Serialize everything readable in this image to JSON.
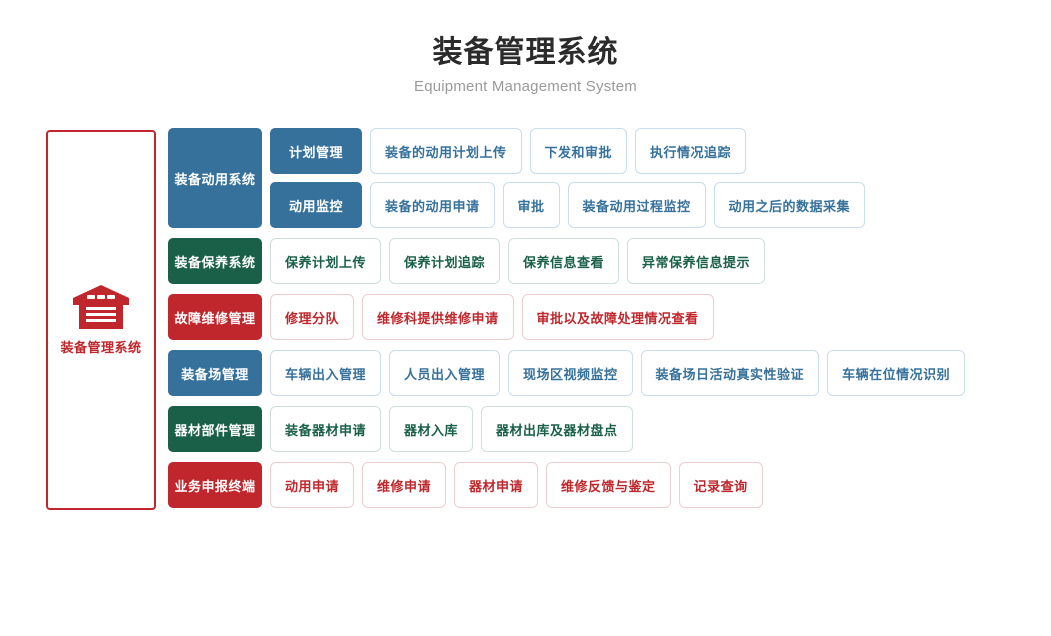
{
  "header": {
    "title": "装备管理系统",
    "subtitle": "Equipment Management System"
  },
  "brand": {
    "icon": "warehouse-icon",
    "label": "装备管理系统",
    "border_color": "#c0272d",
    "text_color": "#c0272d"
  },
  "palette": {
    "blue": "#36719b",
    "green": "#1a6048",
    "red": "#c0272d",
    "blue_border": "#cadced",
    "green_border": "#cfe0d9",
    "red_border": "#eecdd0",
    "title_color": "#2b2b2b",
    "subtitle_color": "#9a9a9a"
  },
  "groups": [
    {
      "category": "装备动用系统",
      "theme": "blue",
      "rows": [
        {
          "sub": "计划管理",
          "leaves": [
            "装备的动用计划上传",
            "下发和审批",
            "执行情况追踪"
          ]
        },
        {
          "sub": "动用监控",
          "leaves": [
            "装备的动用申请",
            "审批",
            "装备动用过程监控",
            "动用之后的数据采集"
          ]
        }
      ]
    },
    {
      "category": "装备保养系统",
      "theme": "green",
      "rows": [
        {
          "sub": null,
          "leaves": [
            "保养计划上传",
            "保养计划追踪",
            "保养信息查看",
            "异常保养信息提示"
          ]
        }
      ]
    },
    {
      "category": "故障维修管理",
      "theme": "red",
      "rows": [
        {
          "sub": null,
          "leaves": [
            "修理分队",
            "维修科提供维修申请",
            "审批以及故障处理情况查看"
          ]
        }
      ]
    },
    {
      "category": "装备场管理",
      "theme": "blue",
      "rows": [
        {
          "sub": null,
          "leaves": [
            "车辆出入管理",
            "人员出入管理",
            "现场区视频监控",
            "装备场日活动真实性验证",
            "车辆在位情况识别"
          ]
        }
      ]
    },
    {
      "category": "器材部件管理",
      "theme": "green",
      "rows": [
        {
          "sub": null,
          "leaves": [
            "装备器材申请",
            "器材入库",
            "器材出库及器材盘点"
          ]
        }
      ]
    },
    {
      "category": "业务申报终端",
      "theme": "red",
      "rows": [
        {
          "sub": null,
          "leaves": [
            "动用申请",
            "维修申请",
            "器材申请",
            "维修反馈与鉴定",
            "记录查询"
          ]
        }
      ]
    }
  ]
}
